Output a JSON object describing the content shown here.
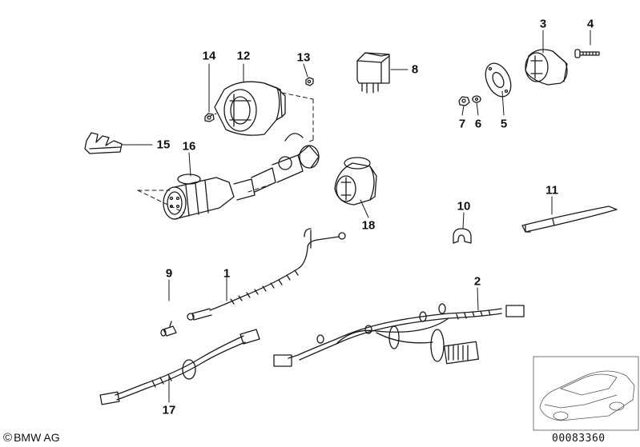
{
  "diagram": {
    "callouts": [
      "1",
      "2",
      "3",
      "4",
      "5",
      "6",
      "7",
      "8",
      "9",
      "10",
      "11",
      "12",
      "13",
      "14",
      "15",
      "16",
      "17",
      "18"
    ]
  },
  "footer": {
    "copyright_symbol": "©",
    "copyright_text": "BMW AG",
    "doc_number": "00083360"
  },
  "colors": {
    "line": "#1a1a1a",
    "background": "#ffffff"
  }
}
